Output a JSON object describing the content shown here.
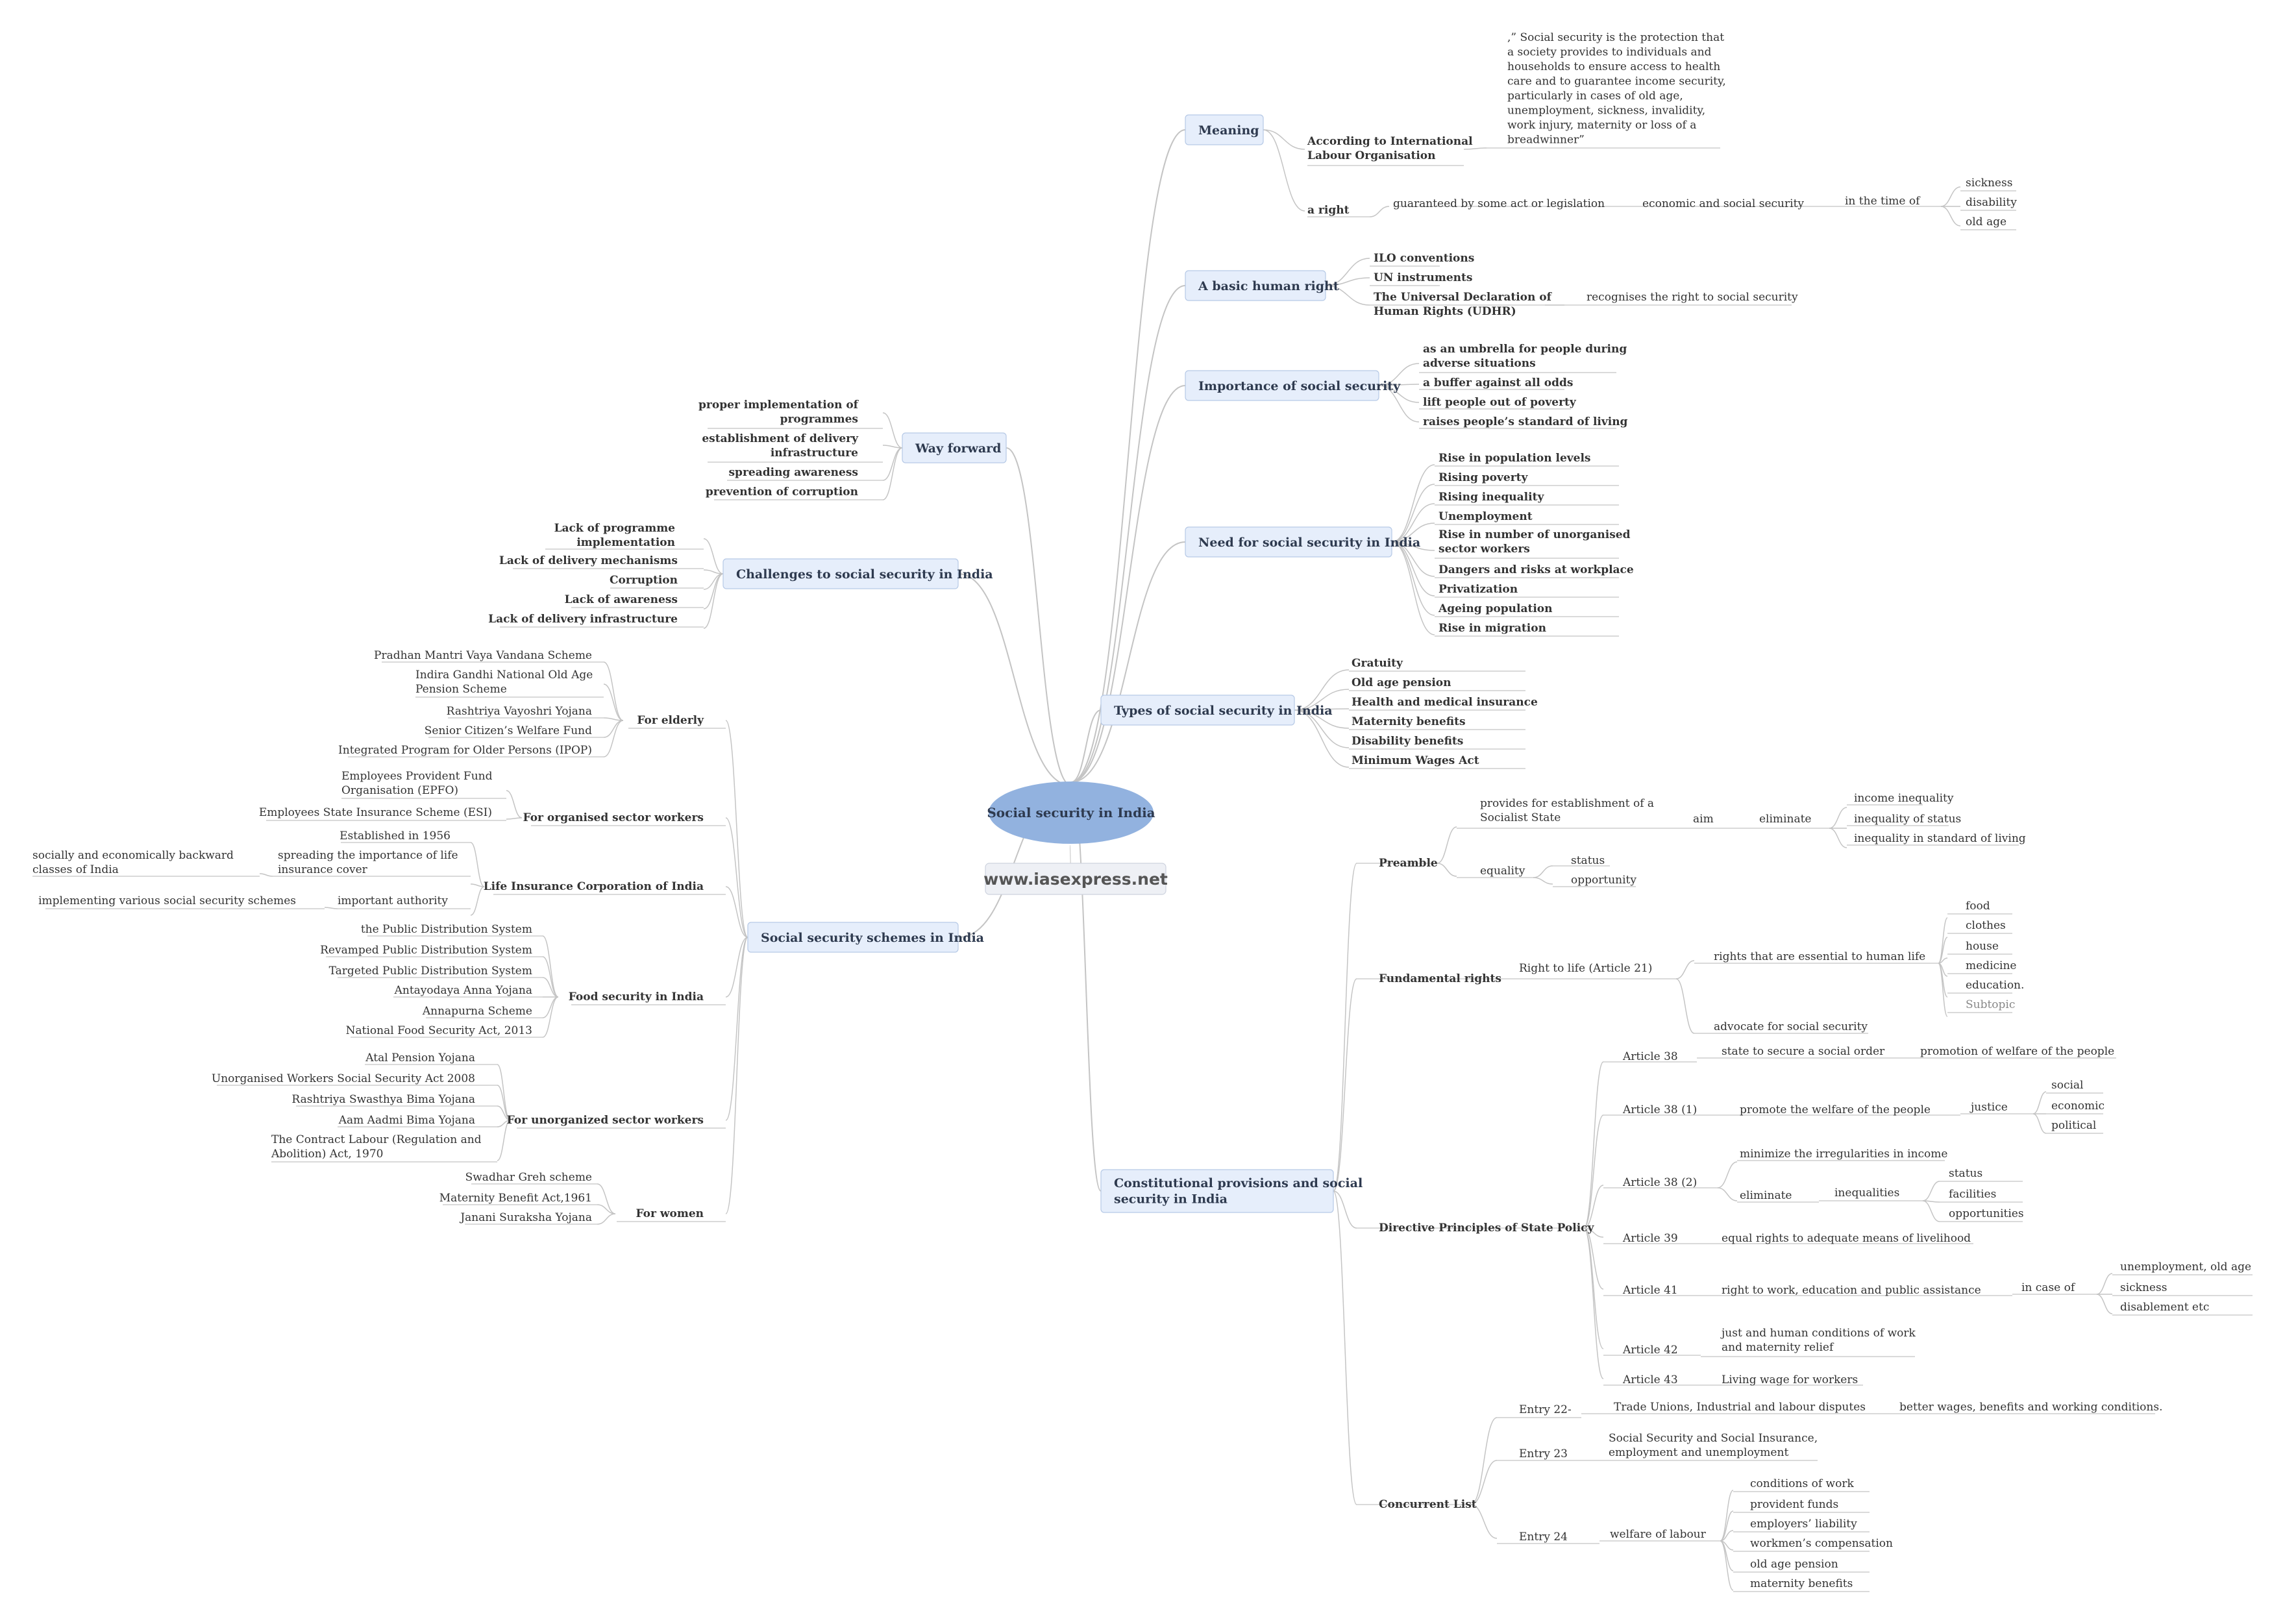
{
  "central": {
    "title": "Social security in India",
    "website": "www.iasexpress.net"
  },
  "colors": {
    "central_fill": "#92b2df",
    "branch_fill": "#e6eefb",
    "branch_stroke": "#b6c9e6",
    "link": "#c4c4c4",
    "text": "#333333"
  },
  "meaning": {
    "label": "Meaning",
    "ilo_label": "According to International\nLabour Organisation",
    "ilo_quote": ",” Social security is the protection that\na society provides to individuals and\nhouseholds to ensure access to health\ncare and to guarantee income security,\nparticularly in cases of old age,\nunemployment, sickness, invalidity,\nwork injury, maternity or loss of a\nbreadwinner”",
    "right_label": "a right",
    "guaranteed": "guaranteed by some act or legislation",
    "econ": "economic and social security",
    "time_of": "in the time of",
    "items": [
      "sickness",
      "disability",
      "old age"
    ]
  },
  "basic_right": {
    "label": "A basic human right",
    "items": [
      "ILO conventions",
      "UN instruments",
      "The Universal Declaration of\nHuman Rights (UDHR)"
    ],
    "udhr_note": "recognises the right to social security"
  },
  "importance": {
    "label": "Importance of social security",
    "items": [
      "as an umbrella for people during\nadverse situations",
      "a buffer against all odds",
      "lift people out of poverty",
      "raises people’s standard of living"
    ]
  },
  "need": {
    "label": "Need for social security in India",
    "items": [
      "Rise in population levels",
      "Rising poverty",
      "Rising inequality",
      "Unemployment",
      "Rise in number of unorganised\nsector workers",
      "Dangers and risks at workplace",
      "Privatization",
      "Ageing population",
      "Rise in migration"
    ]
  },
  "types": {
    "label": "Types of social security in India",
    "items": [
      "Gratuity",
      "Old age pension",
      "Health and medical insurance",
      "Maternity benefits",
      "Disability benefits",
      "Minimum Wages Act"
    ]
  },
  "way_forward": {
    "label": "Way forward",
    "items": [
      "proper implementation of\nprogrammes",
      "establishment of delivery\ninfrastructure",
      "spreading awareness",
      "prevention of corruption"
    ]
  },
  "challenges": {
    "label": "Challenges to social security in India",
    "items": [
      "Lack of programme\nimplementation",
      "Lack of delivery mechanisms",
      "Corruption",
      "Lack of awareness",
      "Lack of delivery infrastructure"
    ]
  },
  "schemes": {
    "label": "Social security schemes in India",
    "elderly": {
      "label": "For elderly",
      "items": [
        "Pradhan Mantri Vaya Vandana Scheme",
        "Indira Gandhi National Old Age\nPension Scheme",
        "Rashtriya Vayoshri Yojana",
        "Senior Citizen’s Welfare Fund",
        "Integrated Program for Older Persons (IPOP)"
      ]
    },
    "organised": {
      "label": "For organised sector workers",
      "items": [
        "Employees Provident Fund\nOrganisation (EPFO)",
        "Employees State Insurance Scheme (ESI)"
      ]
    },
    "lic": {
      "label": "Life Insurance Corporation of India",
      "est": "Established in 1956",
      "spread": "spreading the importance of life\ninsurance cover",
      "classes": "socially and economically backward\nclasses of India",
      "authority": "important authority",
      "implementing": "implementing various social security schemes"
    },
    "food": {
      "label": "Food security in India",
      "items": [
        "the Public Distribution System",
        "Revamped Public Distribution System",
        "Targeted Public Distribution System",
        "Antayodaya Anna Yojana",
        "Annapurna Scheme",
        "National Food Security Act, 2013"
      ]
    },
    "unorganized": {
      "label": "For unorganized sector workers",
      "items": [
        "Atal  Pension Yojana",
        "Unorganised  Workers Social Security Act 2008",
        "Rashtriya Swasthya Bima Yojana",
        "Aam Aadmi Bima Yojana",
        "The Contract Labour (Regulation and\nAbolition) Act, 1970"
      ]
    },
    "women": {
      "label": "For women",
      "items": [
        "Swadhar Greh scheme",
        "Maternity Benefit Act,1961",
        "Janani Suraksha Yojana"
      ]
    }
  },
  "constitutional": {
    "label": "Constitutional provisions and social\nsecurity in India",
    "preamble": {
      "label": "Preamble",
      "provides": "provides for establishment of a\nSocialist State",
      "aim": "aim",
      "eliminate": "eliminate",
      "eliminate_items": [
        "income inequality",
        "inequality of status",
        "inequality in standard of living"
      ],
      "equality": "equality",
      "equality_items": [
        "status",
        "opportunity"
      ]
    },
    "fundamental": {
      "label": "Fundamental rights",
      "article21": "Right to life (Article 21)",
      "rights_essential": "rights that are essential to human life",
      "items": [
        "food",
        "clothes",
        "house",
        "medicine",
        "education.",
        "Subtopic"
      ],
      "advocate": "advocate for social security"
    },
    "dpsp": {
      "label": "Directive Principles of State Policy",
      "a38": "Article 38",
      "a38_text": "state to secure a social order",
      "a38_promo": "promotion of welfare of the people",
      "a381": "Article 38 (1)",
      "a381_text": "promote the welfare of the people",
      "justice": "justice",
      "justice_items": [
        "social",
        "economic",
        "political"
      ],
      "a382": "Article 38 (2)",
      "a382_min": "minimize the irregularities in income",
      "a382_elim": "eliminate",
      "inequalities": "inequalities",
      "ineq_items": [
        "status",
        "facilities",
        "opportunities"
      ],
      "a39": "Article 39",
      "a39_text": "equal rights to adequate means of livelihood",
      "a41": "Article 41",
      "a41_text": "right to work, education and public assistance",
      "in_case": "in case of",
      "case_items": [
        "unemployment, old age",
        "sickness",
        "disablement etc"
      ],
      "a42": "Article 42",
      "a42_text": "just and human conditions of work\nand maternity relief",
      "a43": "Article 43",
      "a43_text": "Living wage for workers"
    },
    "concurrent": {
      "label": "Concurrent List",
      "e22": "Entry 22-",
      "e22_text": "Trade Unions, Industrial and labour disputes",
      "e22_more": "better wages, benefits and working conditions.",
      "e23": "Entry 23",
      "e23_text": "Social Security and Social Insurance,\nemployment and unemployment",
      "e24": "Entry 24",
      "e24_text": "welfare of labour",
      "e24_items": [
        "conditions of work",
        "provident funds",
        "employers’ liability",
        "workmen’s compensation",
        "old age pension",
        "maternity benefits"
      ]
    }
  }
}
